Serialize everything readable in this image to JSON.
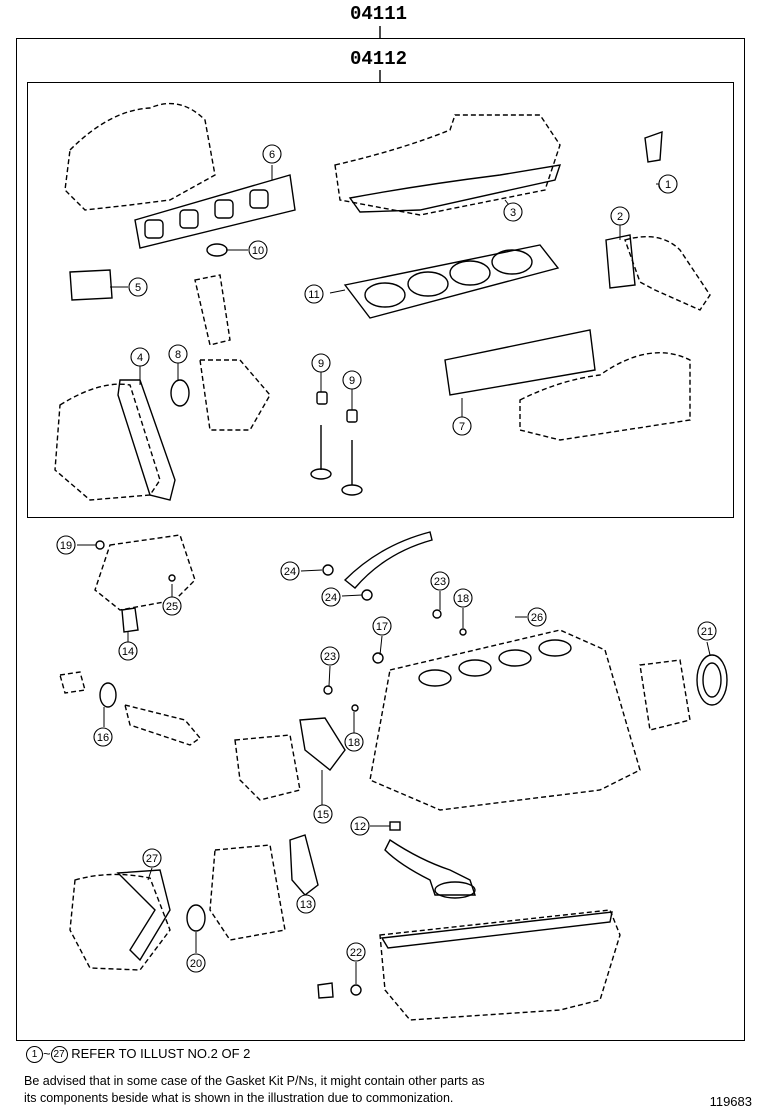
{
  "header": {
    "outer_kit": "04111",
    "inner_kit": "04112"
  },
  "callouts": [
    "1",
    "2",
    "3",
    "4",
    "5",
    "6",
    "7",
    "8",
    "9",
    "9",
    "10",
    "11",
    "12",
    "13",
    "14",
    "15",
    "16",
    "17",
    "18",
    "18",
    "19",
    "20",
    "21",
    "22",
    "23",
    "23",
    "24",
    "24",
    "25",
    "26",
    "27"
  ],
  "reference": {
    "from": "1",
    "to": "27",
    "text": "REFER TO ILLUST NO.2 OF 2"
  },
  "note": {
    "line1": "Be advised that in some case of the Gasket Kit P/Ns,  it might contain other parts as",
    "line2": "its components beside what is shown in the illustration due to commonization."
  },
  "illustration_id": "119683"
}
